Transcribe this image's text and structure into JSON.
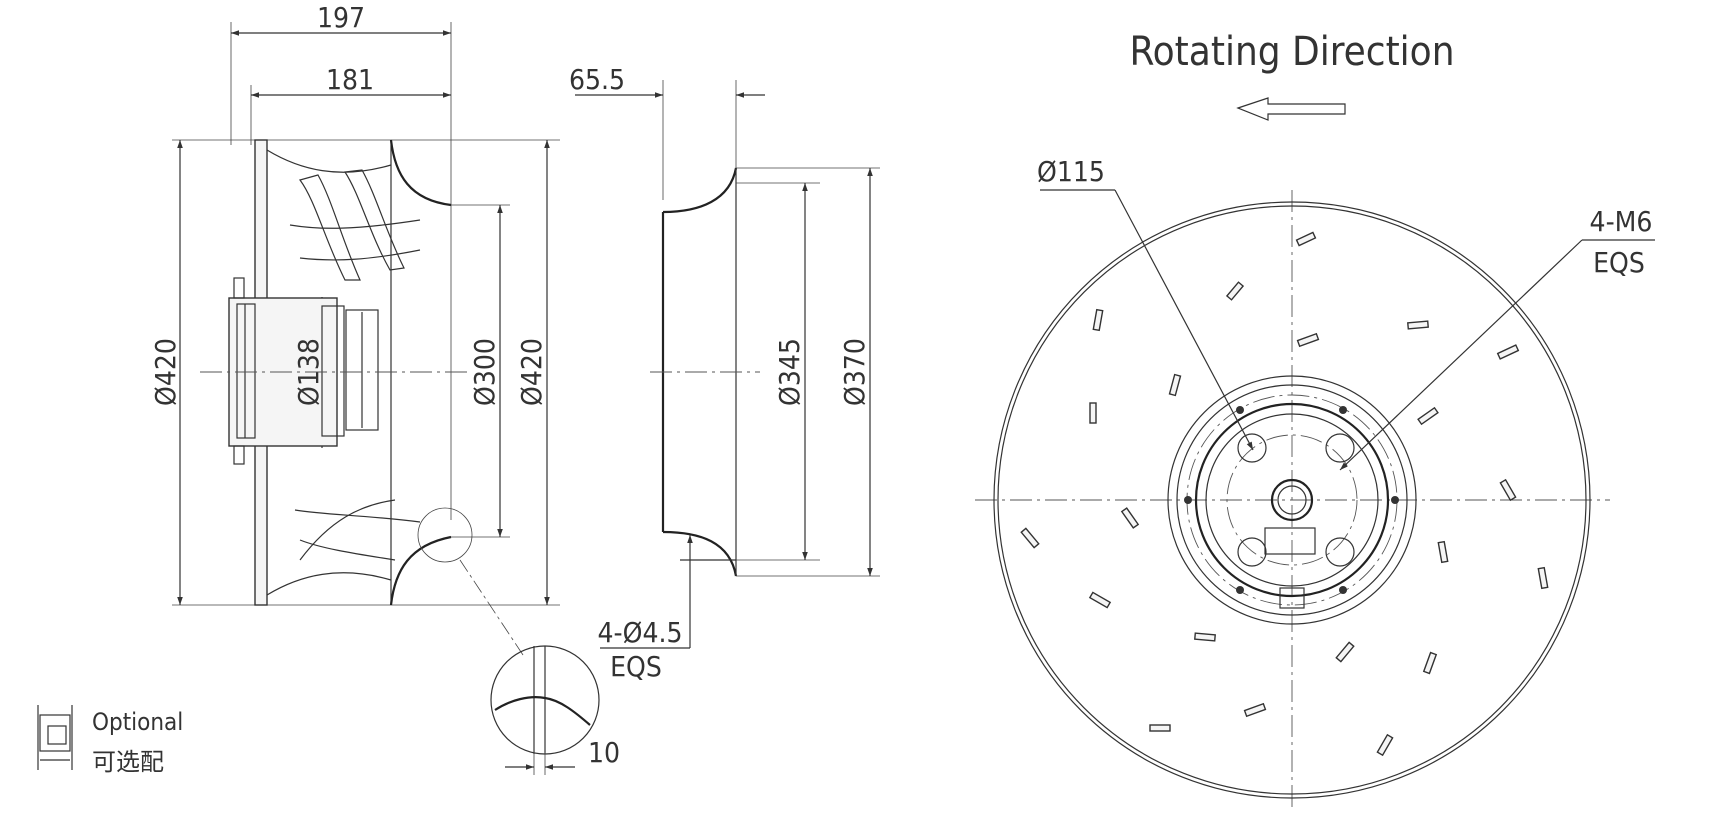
{
  "labels": {
    "dim_197": "197",
    "dim_181": "181",
    "dim_65_5": "65.5",
    "dia_420_left": "Ø420",
    "dia_138": "Ø138",
    "dia_300": "Ø300",
    "dia_420_right": "Ø420",
    "dia_345": "Ø345",
    "dia_370": "Ø370",
    "holes_4_4_5": "4-Ø4.5",
    "eqs_1": "EQS",
    "dim_10": "10",
    "rotating_direction": "Rotating Direction",
    "dia_115": "Ø115",
    "thread_4_m6": "4-M6",
    "eqs_2": "EQS",
    "optional_en": "Optional",
    "optional_cn": "可选配"
  }
}
